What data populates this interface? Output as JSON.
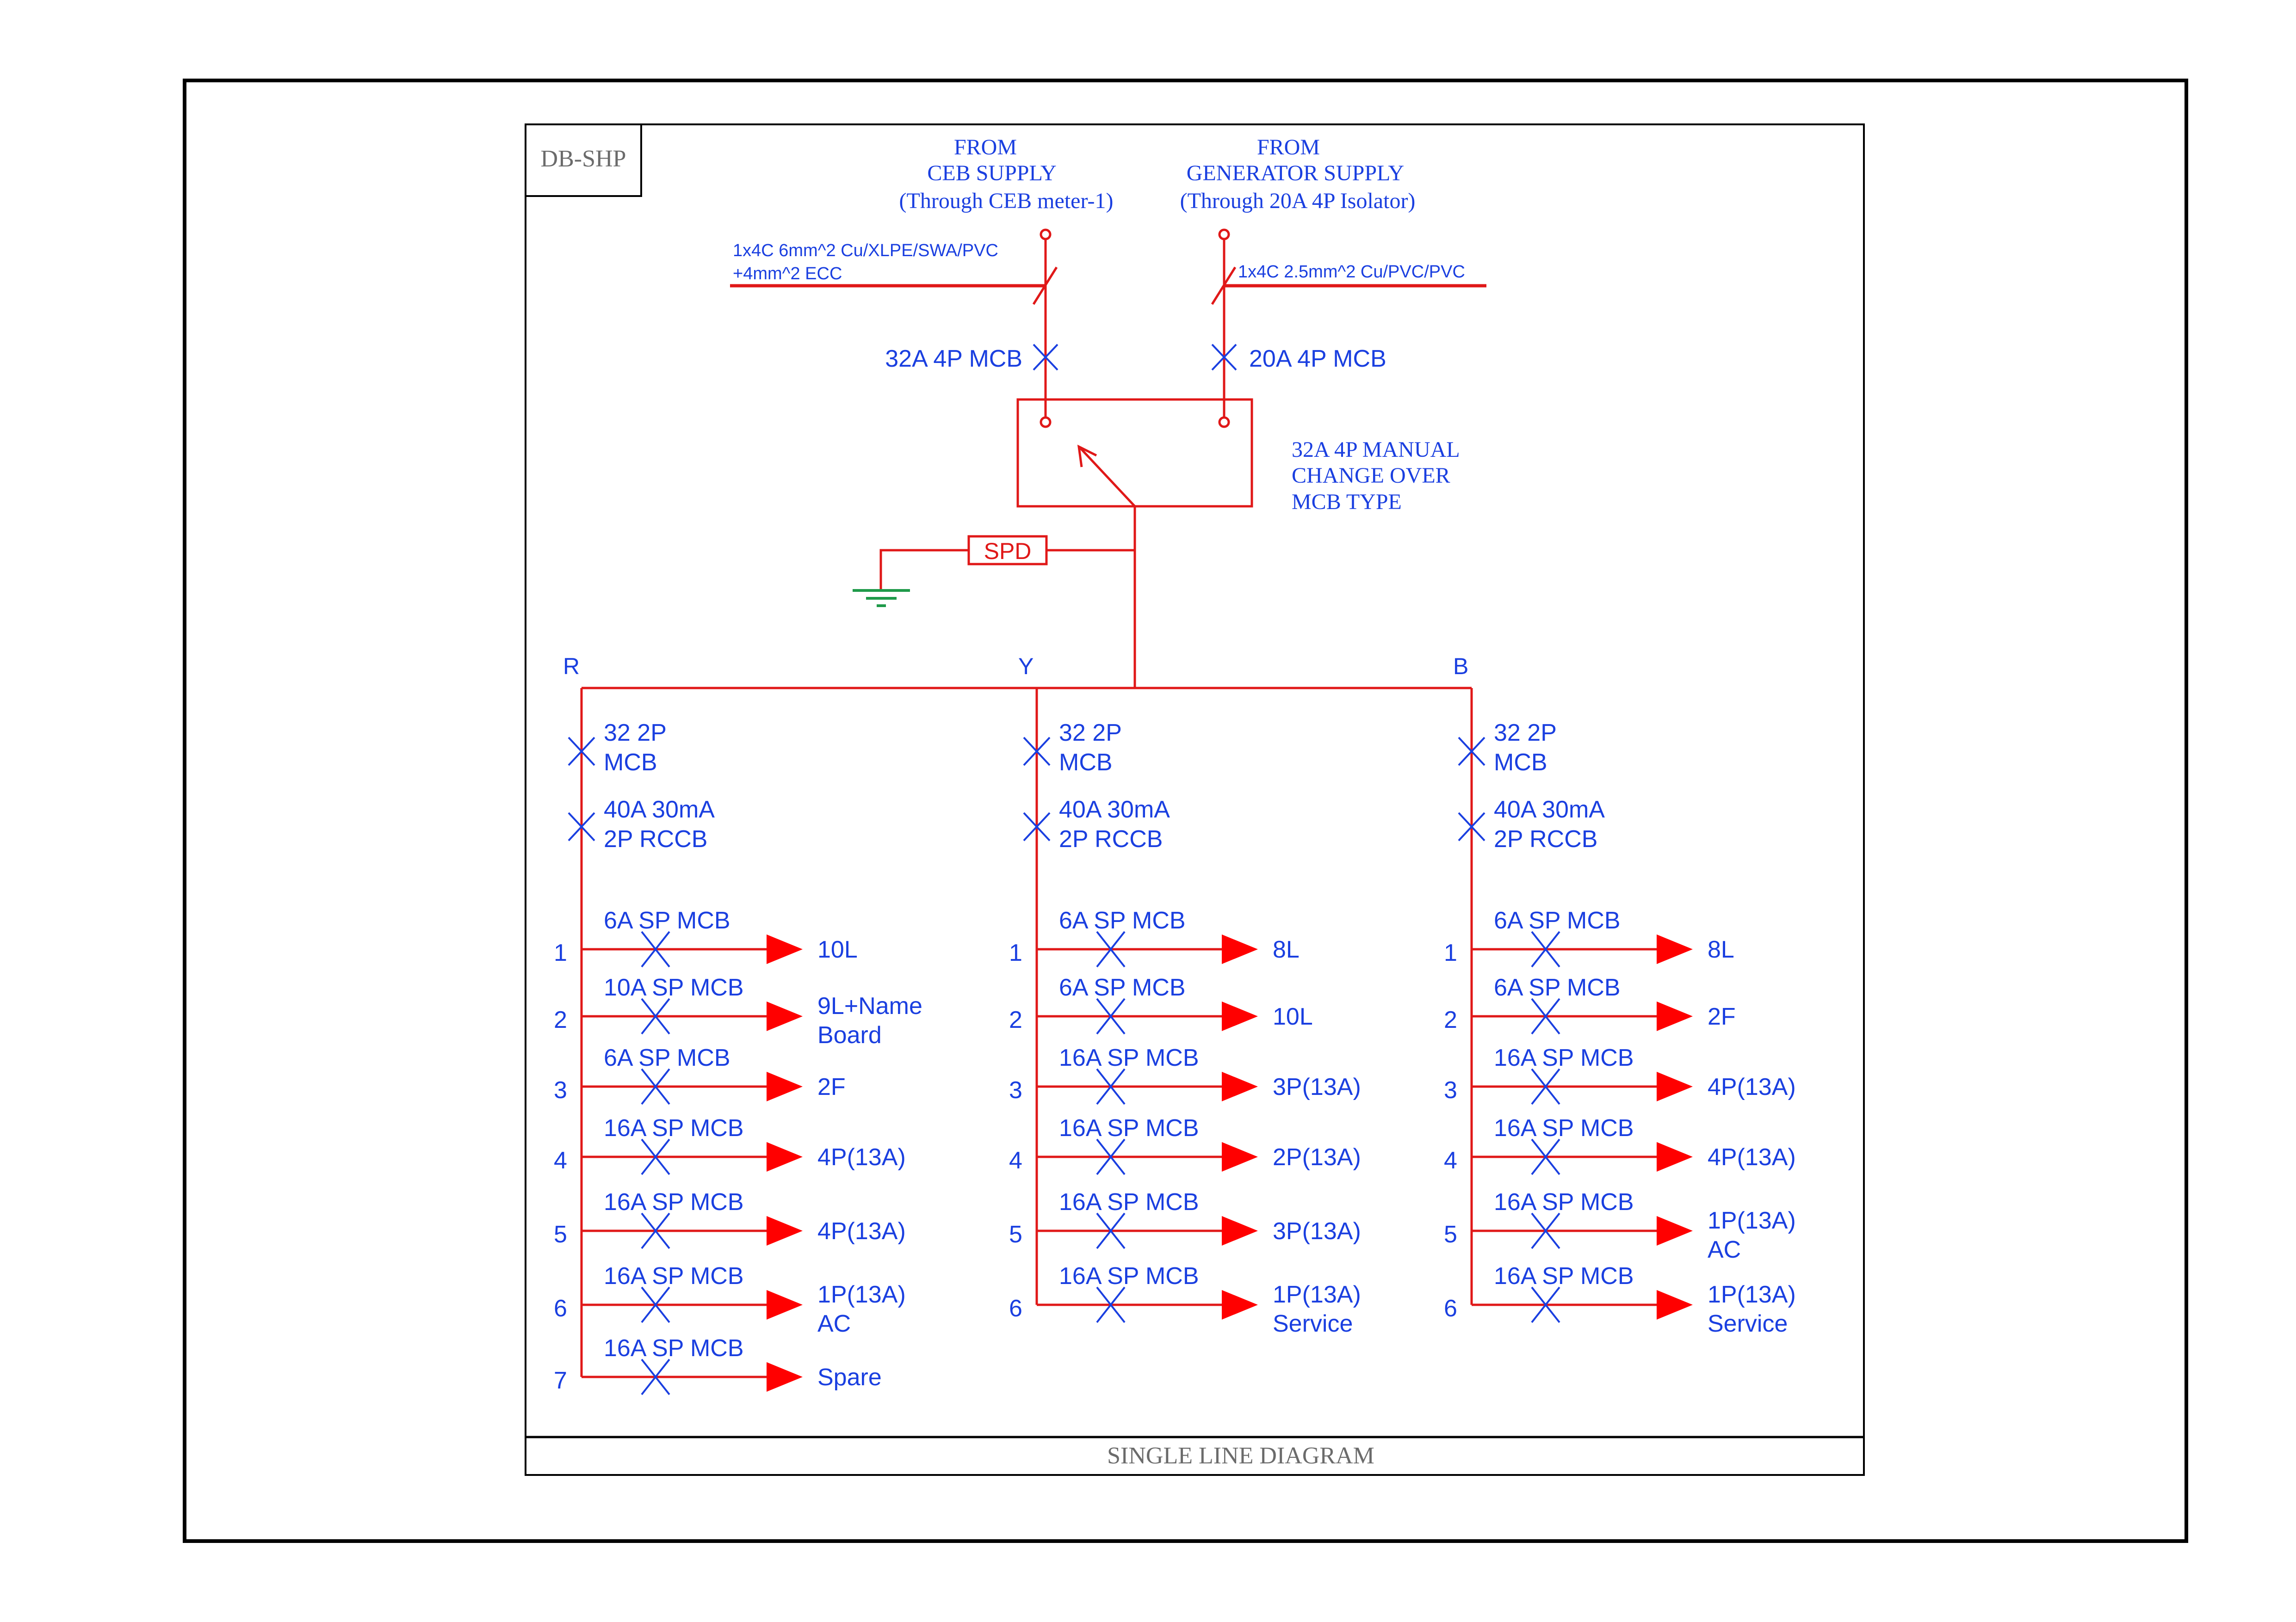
{
  "drawing": {
    "panel_name": "DB-SHP",
    "title_block": "SINGLE LINE DIAGRAM"
  },
  "colors": {
    "wire": "#e01818",
    "text": "#1a3fe0",
    "arrow": "#ff0000",
    "earth": "#1f9a4a",
    "frame": "#000000",
    "title_text": "#6b6b6b"
  },
  "supplies": {
    "ceb": {
      "lines": [
        "FROM",
        "CEB SUPPLY",
        "(Through CEB meter-1)"
      ],
      "cable": [
        "1x4C 6mm^2 Cu/XLPE/SWA/PVC",
        "+4mm^2 ECC"
      ],
      "breaker": "32A 4P MCB"
    },
    "generator": {
      "lines": [
        "FROM",
        "GENERATOR SUPPLY",
        "(Through 20A 4P Isolator)"
      ],
      "cable": [
        "1x4C 2.5mm^2 Cu/PVC/PVC"
      ],
      "breaker": "20A 4P MCB"
    }
  },
  "changeover": {
    "label": [
      "32A 4P MANUAL",
      "CHANGE OVER",
      "MCB TYPE"
    ]
  },
  "spd": {
    "label": "SPD"
  },
  "phases": [
    {
      "name": "R",
      "main_breaker": [
        "32 2P",
        "MCB"
      ],
      "rccb": [
        "40A 30mA",
        "2P RCCB"
      ],
      "circuits": [
        {
          "no": "1",
          "breaker": "6A SP MCB",
          "load": [
            "10L"
          ]
        },
        {
          "no": "2",
          "breaker": "10A SP MCB",
          "load": [
            "9L+Name",
            "Board"
          ]
        },
        {
          "no": "3",
          "breaker": "6A SP MCB",
          "load": [
            "2F"
          ]
        },
        {
          "no": "4",
          "breaker": "16A SP MCB",
          "load": [
            "4P(13A)"
          ]
        },
        {
          "no": "5",
          "breaker": "16A SP MCB",
          "load": [
            "4P(13A)"
          ]
        },
        {
          "no": "6",
          "breaker": "16A SP MCB",
          "load": [
            "1P(13A)",
            "AC"
          ]
        },
        {
          "no": "7",
          "breaker": "16A SP MCB",
          "load": [
            "Spare"
          ]
        }
      ]
    },
    {
      "name": "Y",
      "main_breaker": [
        "32 2P",
        "MCB"
      ],
      "rccb": [
        "40A 30mA",
        "2P RCCB"
      ],
      "circuits": [
        {
          "no": "1",
          "breaker": "6A SP MCB",
          "load": [
            "8L"
          ]
        },
        {
          "no": "2",
          "breaker": "6A SP MCB",
          "load": [
            "10L"
          ]
        },
        {
          "no": "3",
          "breaker": "16A SP MCB",
          "load": [
            "3P(13A)"
          ]
        },
        {
          "no": "4",
          "breaker": "16A SP MCB",
          "load": [
            "2P(13A)"
          ]
        },
        {
          "no": "5",
          "breaker": "16A SP MCB",
          "load": [
            "3P(13A)"
          ]
        },
        {
          "no": "6",
          "breaker": "16A SP MCB",
          "load": [
            "1P(13A)",
            "Service"
          ]
        }
      ]
    },
    {
      "name": "B",
      "main_breaker": [
        "32 2P",
        "MCB"
      ],
      "rccb": [
        "40A 30mA",
        "2P RCCB"
      ],
      "circuits": [
        {
          "no": "1",
          "breaker": "6A SP MCB",
          "load": [
            "8L"
          ]
        },
        {
          "no": "2",
          "breaker": "6A SP MCB",
          "load": [
            "2F"
          ]
        },
        {
          "no": "3",
          "breaker": "16A SP MCB",
          "load": [
            "4P(13A)"
          ]
        },
        {
          "no": "4",
          "breaker": "16A SP MCB",
          "load": [
            "4P(13A)"
          ]
        },
        {
          "no": "5",
          "breaker": "16A SP MCB",
          "load": [
            "1P(13A)",
            "AC"
          ]
        },
        {
          "no": "6",
          "breaker": "16A SP MCB",
          "load": [
            "1P(13A)",
            "Service"
          ]
        }
      ]
    }
  ]
}
